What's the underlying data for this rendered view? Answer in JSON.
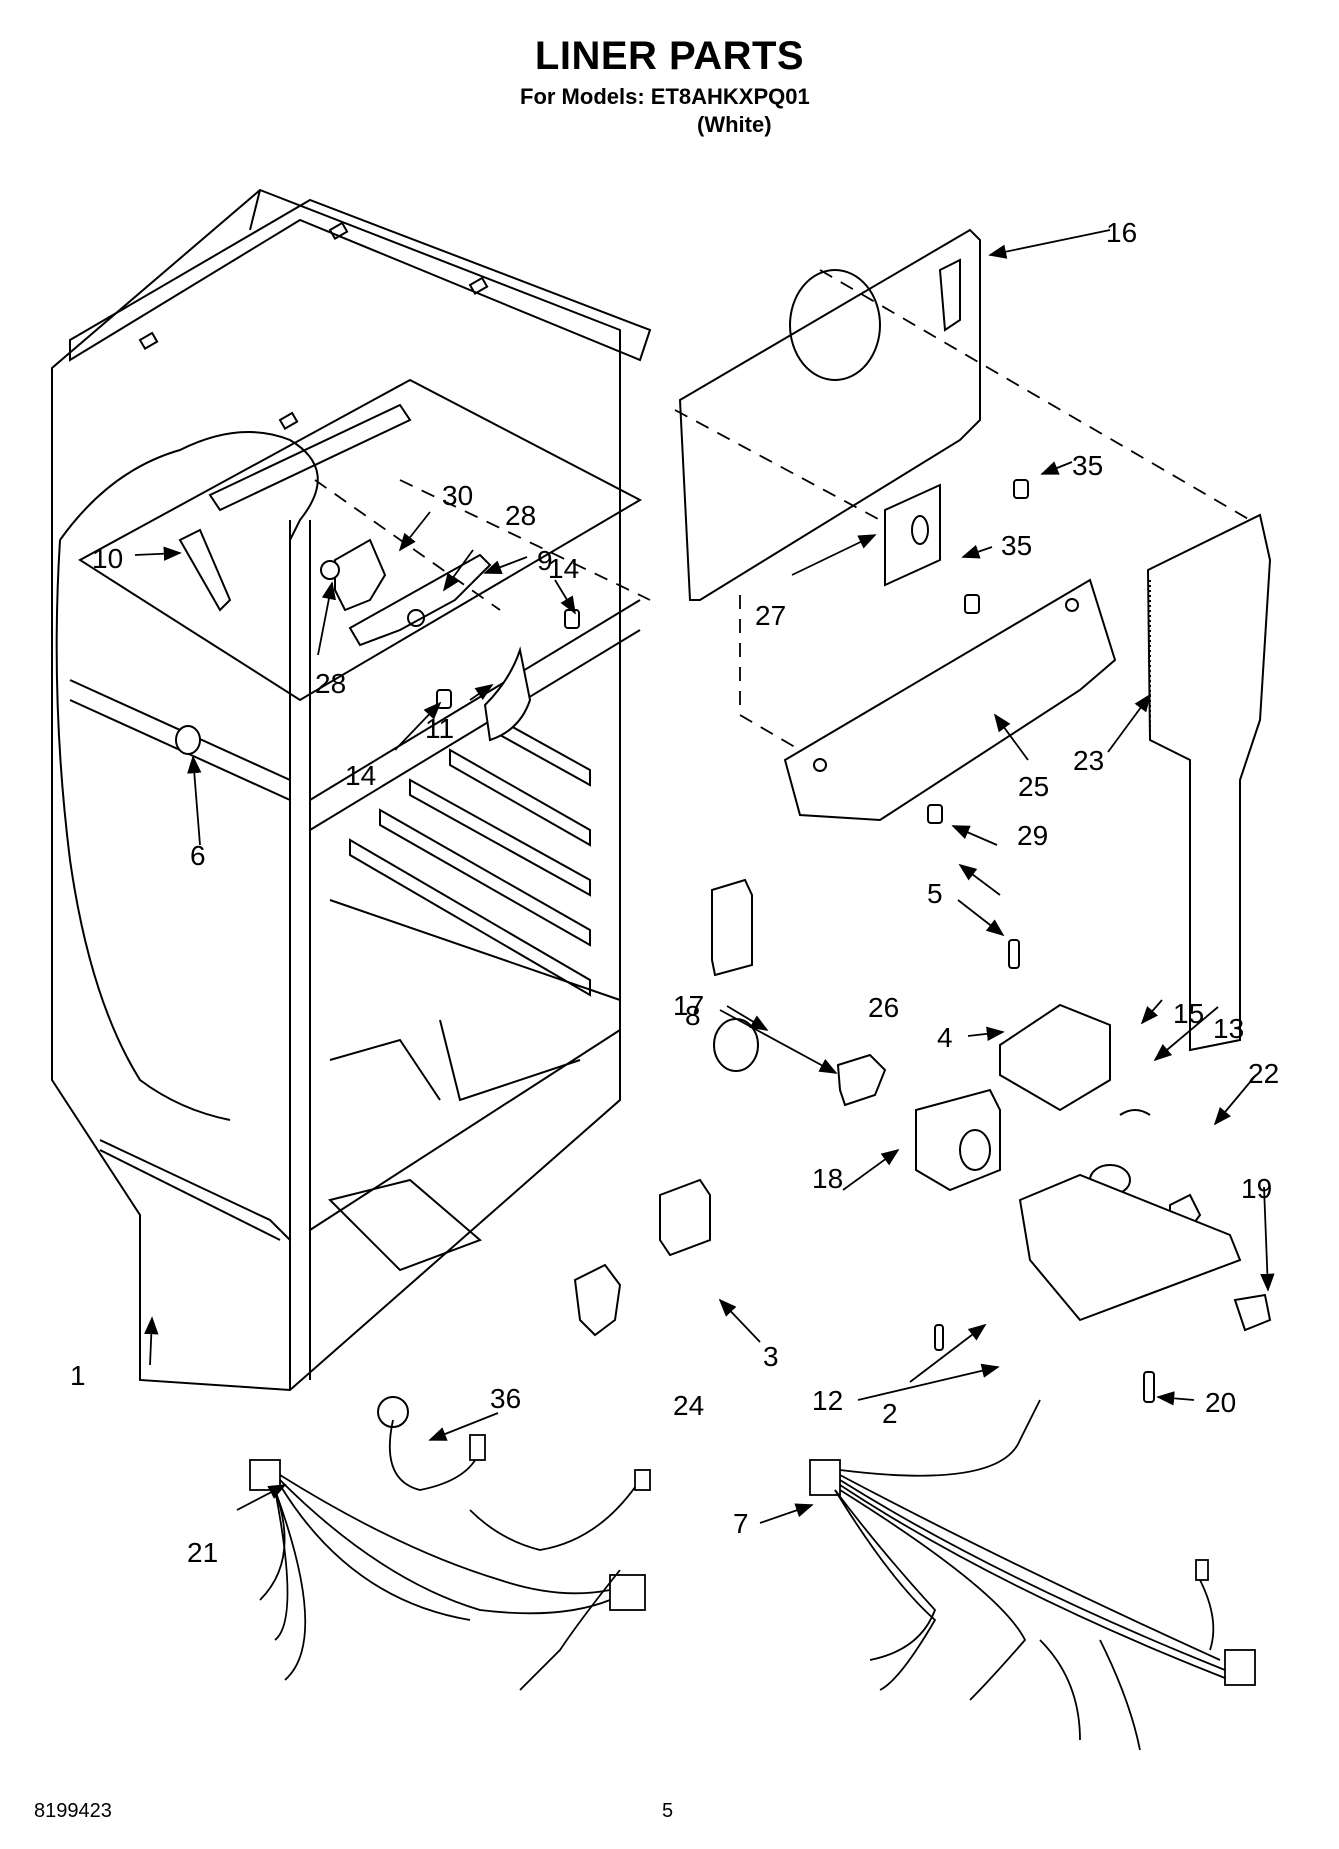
{
  "header": {
    "title": "LINER PARTS",
    "models_line": "For Models: ET8AHKXPQ01",
    "color_line": "(White)"
  },
  "footer": {
    "document_number": "8199423",
    "page_number": "5"
  },
  "callouts": [
    {
      "id": "c1",
      "label": "1"
    },
    {
      "id": "c2",
      "label": "2"
    },
    {
      "id": "c3",
      "label": "3"
    },
    {
      "id": "c4",
      "label": "4"
    },
    {
      "id": "c5",
      "label": "5"
    },
    {
      "id": "c6",
      "label": "6"
    },
    {
      "id": "c7",
      "label": "7"
    },
    {
      "id": "c8",
      "label": "8"
    },
    {
      "id": "c9",
      "label": "9"
    },
    {
      "id": "c10",
      "label": "10"
    },
    {
      "id": "c11",
      "label": "11"
    },
    {
      "id": "c12",
      "label": "12"
    },
    {
      "id": "c13",
      "label": "13"
    },
    {
      "id": "c14a",
      "label": "14"
    },
    {
      "id": "c14b",
      "label": "14"
    },
    {
      "id": "c15",
      "label": "15"
    },
    {
      "id": "c16",
      "label": "16"
    },
    {
      "id": "c17",
      "label": "17"
    },
    {
      "id": "c18",
      "label": "18"
    },
    {
      "id": "c19",
      "label": "19"
    },
    {
      "id": "c20",
      "label": "20"
    },
    {
      "id": "c21",
      "label": "21"
    },
    {
      "id": "c22",
      "label": "22"
    },
    {
      "id": "c23",
      "label": "23"
    },
    {
      "id": "c24",
      "label": "24"
    },
    {
      "id": "c25",
      "label": "25"
    },
    {
      "id": "c26",
      "label": "26"
    },
    {
      "id": "c27",
      "label": "27"
    },
    {
      "id": "c28a",
      "label": "28"
    },
    {
      "id": "c28b",
      "label": "28"
    },
    {
      "id": "c29",
      "label": "29"
    },
    {
      "id": "c30",
      "label": "30"
    },
    {
      "id": "c35a",
      "label": "35"
    },
    {
      "id": "c35b",
      "label": "35"
    },
    {
      "id": "c36",
      "label": "36"
    }
  ]
}
